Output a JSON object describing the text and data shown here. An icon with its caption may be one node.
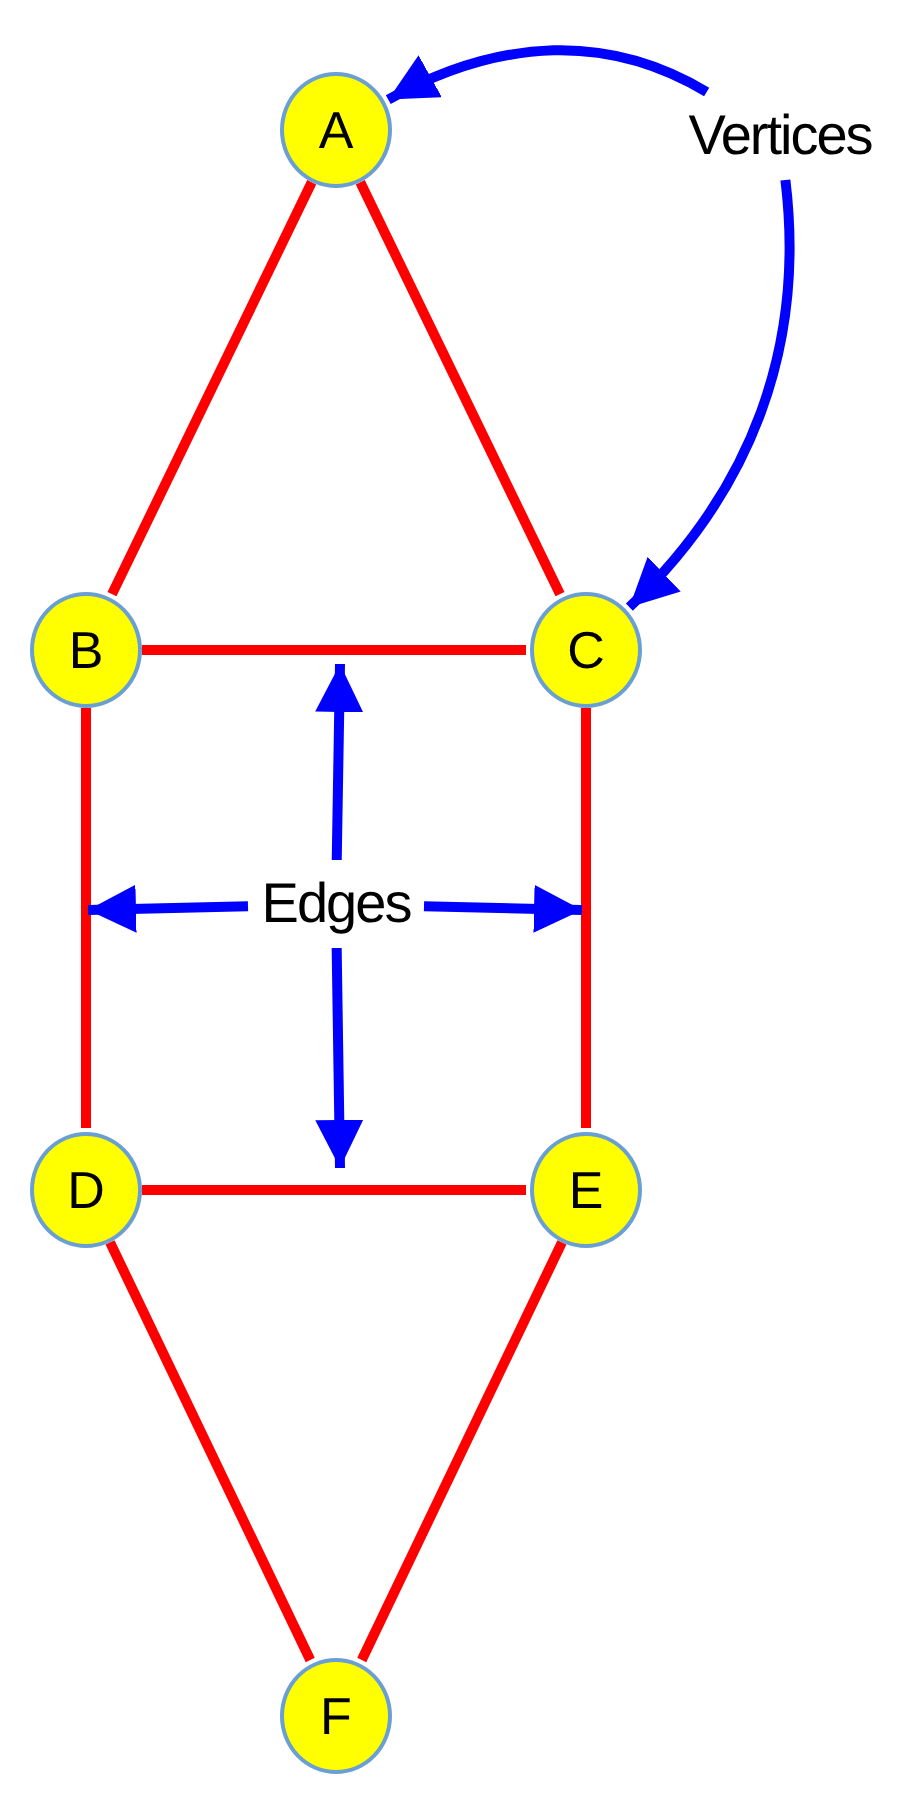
{
  "diagram": {
    "nodes": [
      {
        "text": [
          "A"
        ]
      },
      {
        "text": [
          "Vertices"
        ]
      },
      {
        "text": [
          "B"
        ]
      },
      {
        "text": [
          "C"
        ]
      },
      {
        "text": [
          "Edges"
        ]
      },
      {
        "text": [
          "D"
        ]
      },
      {
        "text": [
          "E"
        ]
      },
      {
        "text": [
          "F"
        ]
      }
    ],
    "edges": [
      {
        "from": 0,
        "to": 2,
        "arrow": "none"
      },
      {
        "from": 0,
        "to": 3,
        "arrow": "none"
      },
      {
        "from": 2,
        "to": 3,
        "arrow": "none"
      },
      {
        "from": 2,
        "to": 5,
        "arrow": "none"
      },
      {
        "from": 3,
        "to": 6,
        "arrow": "none"
      },
      {
        "from": 5,
        "to": 6,
        "arrow": "none"
      },
      {
        "from": 5,
        "to": 7,
        "arrow": "none"
      },
      {
        "from": 6,
        "to": 7,
        "arrow": "none"
      },
      {
        "from": 1,
        "to": 0,
        "arrow": "to",
        "color": "#0000ff"
      },
      {
        "from": 1,
        "to": 3,
        "arrow": "to",
        "color": "#0000ff"
      },
      {
        "from": 4,
        "to": null,
        "arrow": "to",
        "color": "#0000ff"
      },
      {
        "from": 4,
        "to": null,
        "arrow": "to",
        "color": "#0000ff"
      },
      {
        "from": 4,
        "to": null,
        "arrow": "to",
        "color": "#0000ff"
      },
      {
        "from": 4,
        "to": null,
        "arrow": "to",
        "color": "#0000ff"
      }
    ]
  }
}
